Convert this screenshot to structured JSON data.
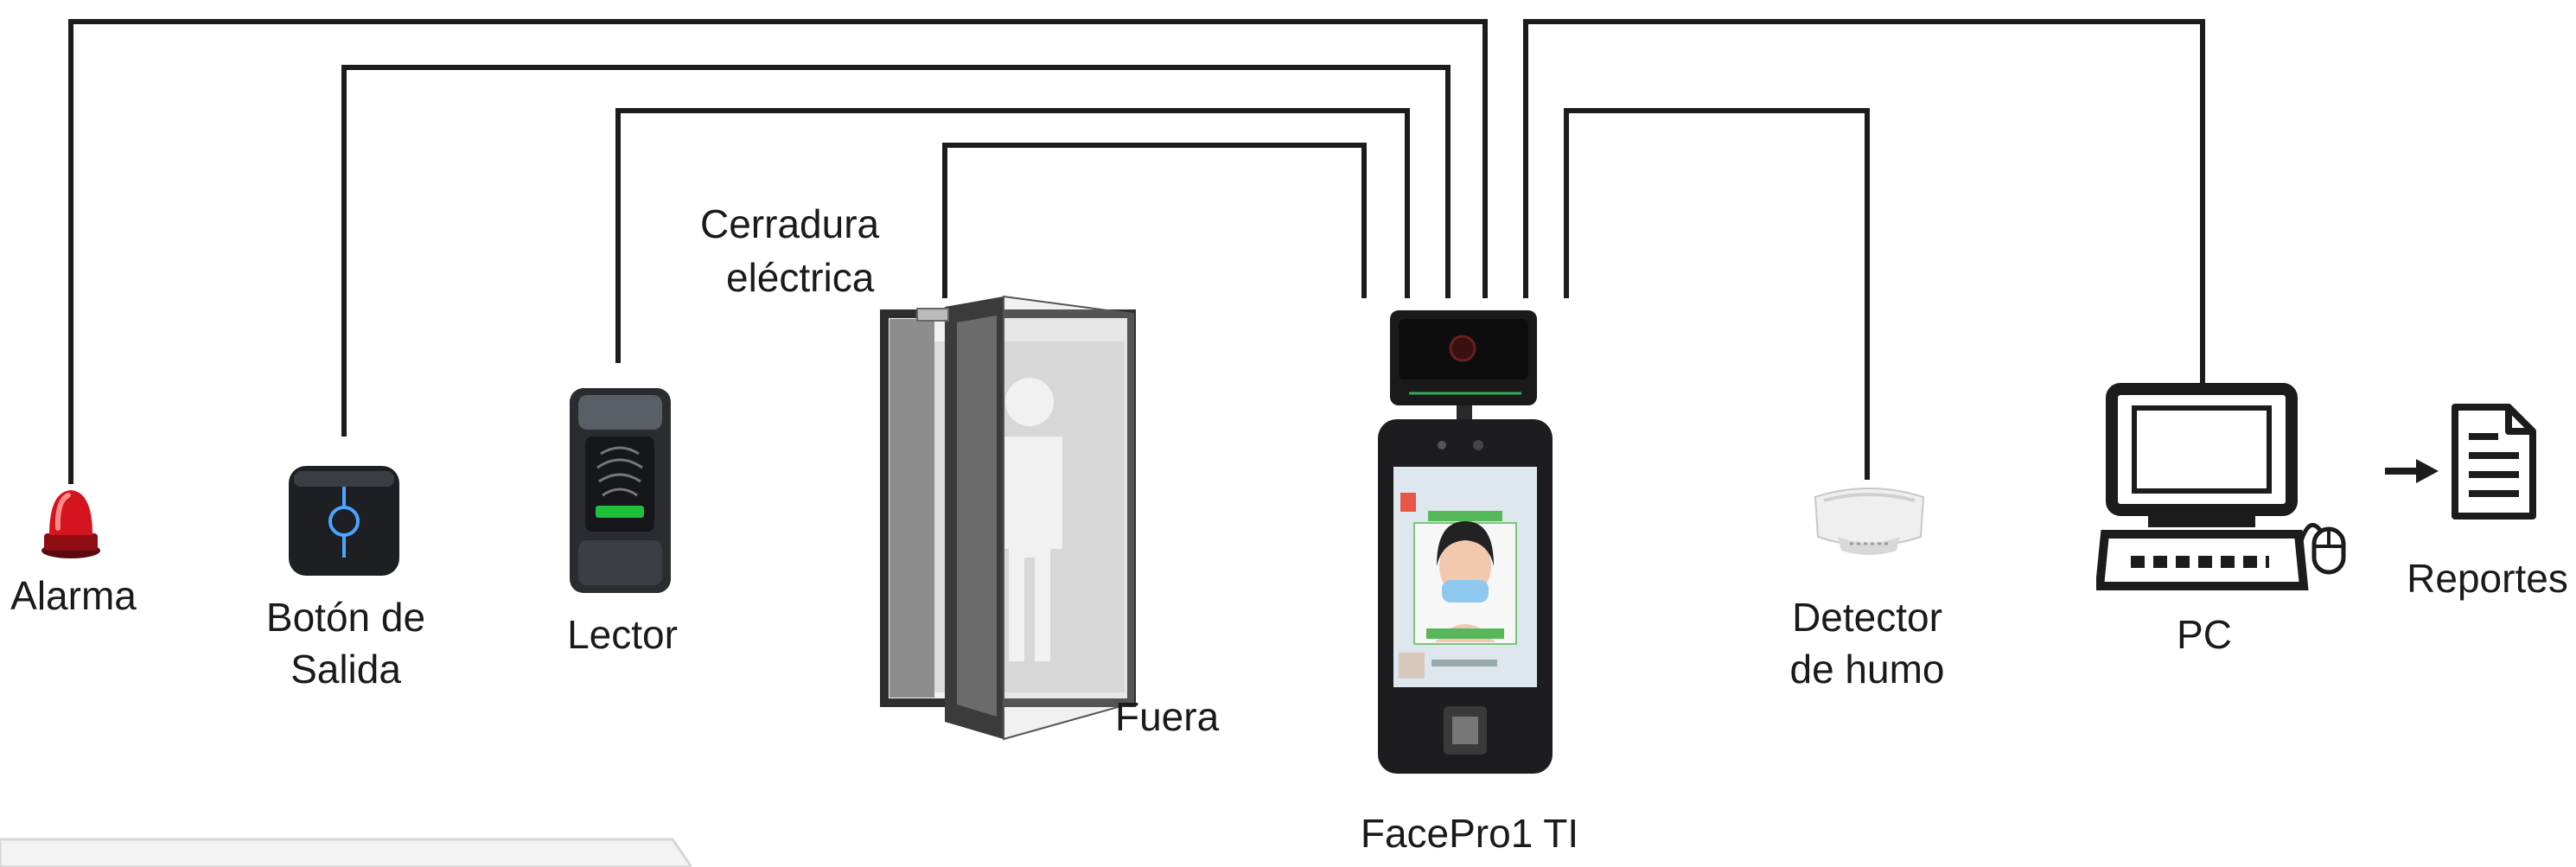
{
  "colors": {
    "wire": "#1c1c1c",
    "label": "#1a1a1a",
    "alarm_red": "#c8141c",
    "exit_button_light": "#4aa6ff",
    "reader_window": "#1fbf3a"
  },
  "devices": {
    "alarm": {
      "label": "Alarma",
      "icon": "siren-icon"
    },
    "exit_button": {
      "label_line1": "Botón de",
      "label_line2": "Salida",
      "icon": "exit-button-icon"
    },
    "reader": {
      "label": "Lector",
      "icon": "fingerprint-reader-icon"
    },
    "door": {
      "lock_line1": "Cerradura",
      "lock_line2": "eléctrica",
      "outside_label": "Fuera",
      "icon": "door-icon"
    },
    "terminal": {
      "label": "FacePro1 TI",
      "icon": "face-terminal-icon"
    },
    "smoke_detector": {
      "label_line1": "Detector",
      "label_line2": "de humo",
      "icon": "smoke-detector-icon"
    },
    "pc": {
      "label": "PC",
      "icon": "computer-icon"
    },
    "reports": {
      "label": "Reportes",
      "icon": "report-document-icon"
    }
  }
}
